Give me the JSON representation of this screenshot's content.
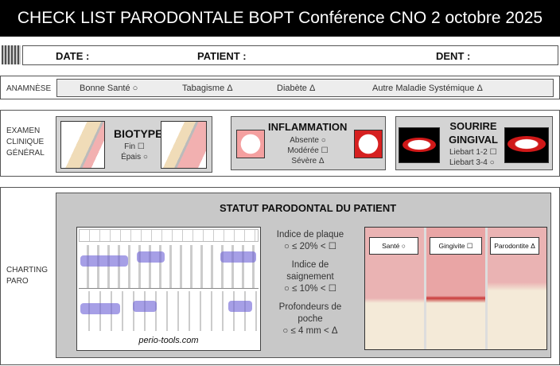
{
  "title": "CHECK LIST PARODONTALE BOPT Conférence CNO 2 octobre 2025",
  "header": {
    "date": "DATE :",
    "patient": "PATIENT :",
    "dent": "DENT :"
  },
  "anamnese": {
    "label": "ANAMNÈSE",
    "items": [
      "Bonne Santé ○",
      "Tabagisme Δ",
      "Diabète Δ",
      "Autre Maladie Systémique Δ"
    ]
  },
  "examen": {
    "label": [
      "EXAMEN",
      "CLINIQUE",
      "GÉNÉRAL"
    ],
    "biotype": {
      "title": "BIOTYPE",
      "options": [
        "Fin ☐",
        "Épais ○"
      ]
    },
    "inflammation": {
      "title": "INFLAMMATION",
      "options": [
        "Absente ○",
        "Modérée ☐",
        "Sévère Δ"
      ]
    },
    "sourire": {
      "title": [
        "SOURIRE",
        "GINGIVAL"
      ],
      "options": [
        "Liebart 1-2 ☐",
        "Liebart 3-4 ○"
      ]
    }
  },
  "charting": {
    "label": [
      "CHARTING",
      "PARO"
    ],
    "title": "STATUT PARODONTAL DU PATIENT",
    "source": "perio-tools.com",
    "indices": [
      {
        "name": "Indice de plaque",
        "rule": "○ ≤ 20% < ☐"
      },
      {
        "name": "Indice de saignement",
        "rule": "○ ≤ 10% < ☐"
      },
      {
        "name": "Profondeurs de poche",
        "rule": "○ ≤ 4 mm < Δ"
      }
    ],
    "states": [
      "Santé ○",
      "Gingivite ☐",
      "Parodontite Δ"
    ]
  }
}
